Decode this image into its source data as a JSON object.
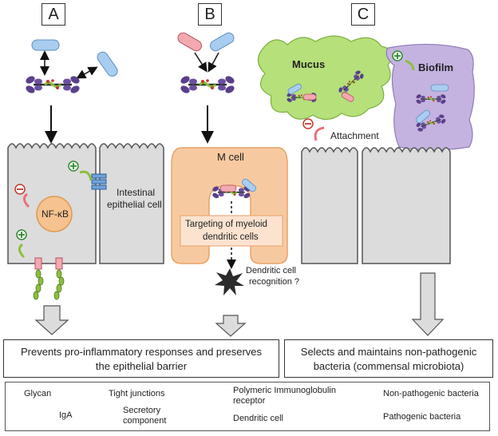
{
  "panels": [
    "A",
    "B",
    "C"
  ],
  "labels": {
    "nfkb": "NF-κB",
    "intestinal": "Intestinal",
    "epithelial": "epithelial cell",
    "mcell": "M cell",
    "targeting_line1": "Targeting of myeloid",
    "targeting_line2": "dendritic cells",
    "dendritic_line1": "Dendritic cell",
    "dendritic_line2": "recognition ?",
    "mucus": "Mucus",
    "biofilm": "Biofilm",
    "attachment": "Attachment",
    "minus": "-",
    "plus": "+"
  },
  "outcomes": {
    "left_line1": "Prevents pro-inflammatory responses and preserves",
    "left_line2": "the epithelial barrier",
    "right_line1": "Selects and maintains non-pathogenic",
    "right_line2": "bacteria (commensal microbiota)"
  },
  "legend": {
    "glycan": "Glycan",
    "iga": "IgA",
    "tight_junctions": "Tight junctions",
    "secretory_line1": "Secretory",
    "secretory_line2": "component",
    "pigr_line1": "Polymeric Immunoglobulin",
    "pigr_line2": "receptor",
    "dendritic": "Dendritic cell",
    "nonpathogenic": "Non-pathogenic bacteria",
    "pathogenic": "Pathogenic bacteria"
  },
  "colors": {
    "cell": "#dcdcdc",
    "mcell": "#f7c9a0",
    "mucus": "#b5e07a",
    "biofilm": "#c4b3e0",
    "nonpathogenic": "#a9cdf0",
    "pathogenic": "#f3a9b0",
    "iga": "#5a3f8a",
    "glycan": "#c0392b",
    "secretory": "#8cbf3f",
    "nfkb": "#f6c28f"
  }
}
